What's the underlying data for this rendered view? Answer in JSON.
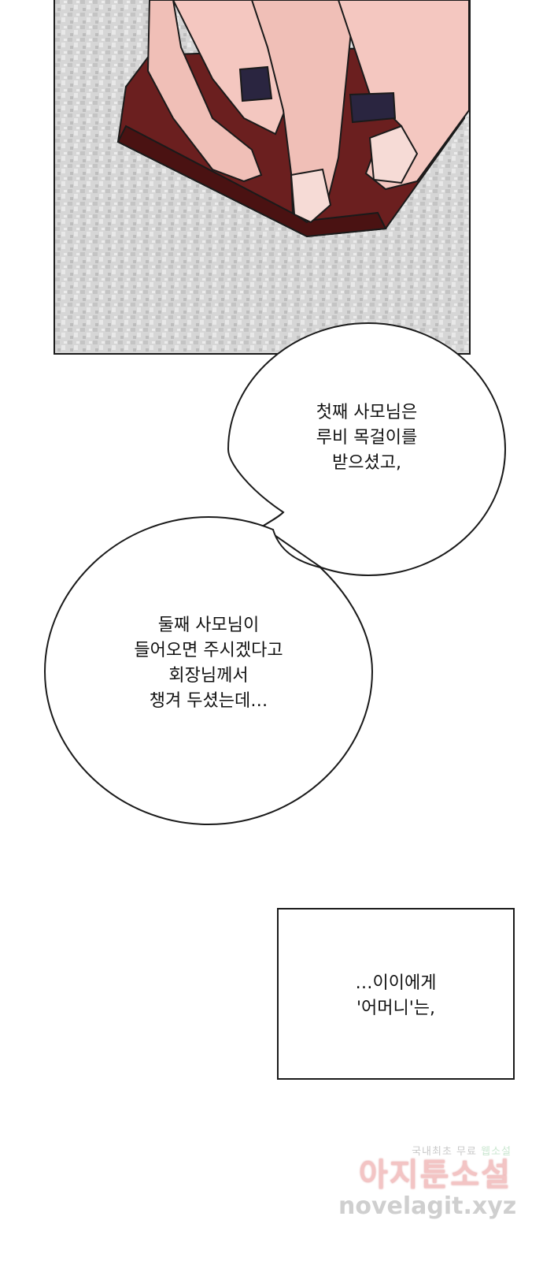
{
  "panel": {
    "description_icon": "hands-holding-box"
  },
  "bubbles": {
    "first": {
      "lines": [
        "첫째 사모님은",
        "루비 목걸이를",
        "받으셨고,"
      ]
    },
    "second": {
      "lines": [
        "둘째 사모님이",
        "들어오면 주시겠다고",
        "회장님께서",
        "챙겨 두셨는데…"
      ]
    }
  },
  "narration": {
    "lines": [
      "…이이에게",
      "'어머니'는,"
    ]
  },
  "watermark": {
    "top_left": "국내최초 무료",
    "top_right": "웹소설",
    "brand": "아지툰소설",
    "url": "novelagit.xyz"
  },
  "colors": {
    "skin": "#f0bfb7",
    "box": "#6b1f1f",
    "carpet": "#d7d7d7"
  }
}
